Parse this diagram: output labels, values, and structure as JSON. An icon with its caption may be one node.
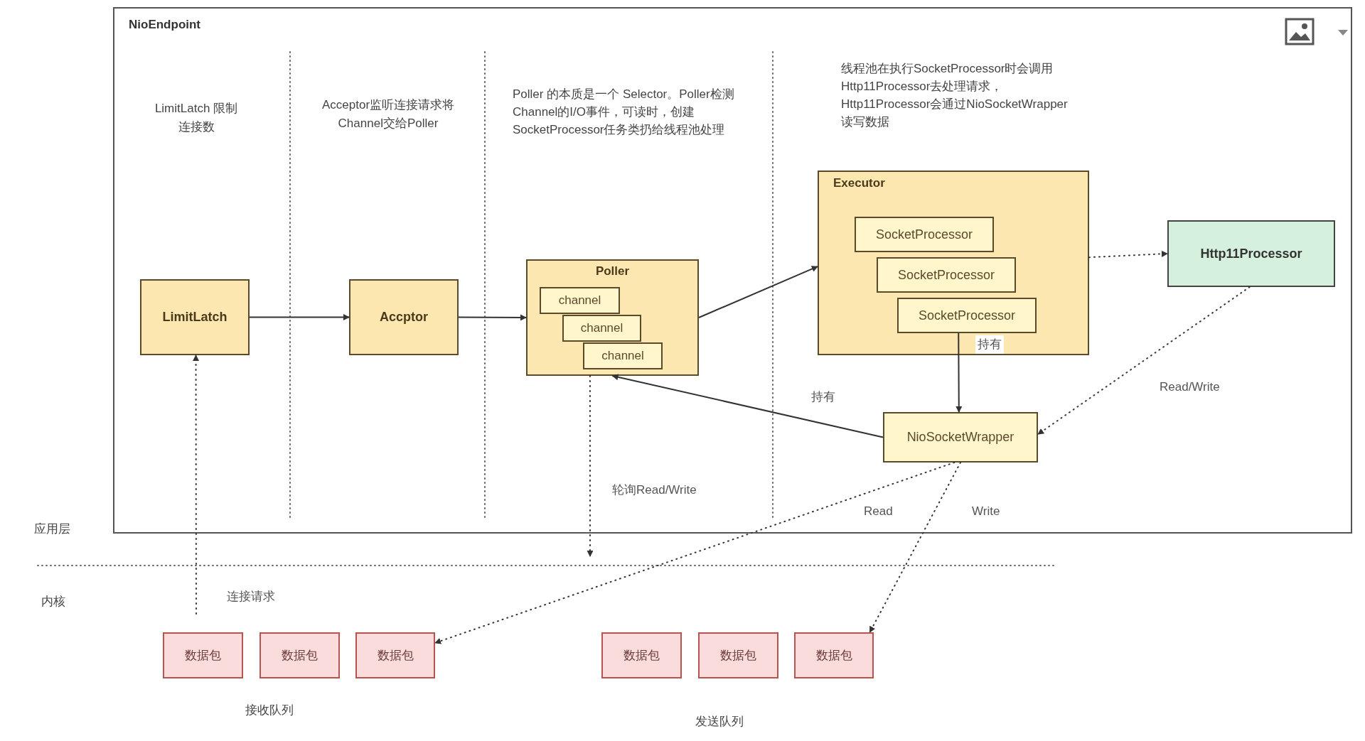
{
  "diagram": {
    "nodes": [
      {
        "text": [
          "NioEndpoint"
        ]
      },
      {
        "text": [
          "LimitLatch"
        ],
        "in": 0
      },
      {
        "text": [
          "Accptor"
        ],
        "in": 0
      },
      {
        "text": [
          "Poller"
        ],
        "in": 0
      },
      {
        "text": [
          "channel"
        ],
        "in": 3
      },
      {
        "text": [
          "channel"
        ],
        "in": 3
      },
      {
        "text": [
          "channel"
        ],
        "in": 3
      },
      {
        "text": [
          "Executor"
        ],
        "in": 0
      },
      {
        "text": [
          "SocketProcessor"
        ],
        "in": 7
      },
      {
        "text": [
          "SocketProcessor"
        ],
        "in": 7
      },
      {
        "text": [
          "SocketProcessor"
        ],
        "in": 7
      },
      {
        "text": [
          "Http11Processor"
        ],
        "in": 0
      },
      {
        "text": [
          "NioSocketWrapper"
        ],
        "in": 0
      },
      {
        "text": [
          "数据包"
        ]
      },
      {
        "text": [
          "数据包"
        ]
      },
      {
        "text": [
          "数据包"
        ]
      },
      {
        "text": [
          "数据包"
        ]
      },
      {
        "text": [
          "数据包"
        ]
      },
      {
        "text": [
          "数据包"
        ]
      }
    ],
    "edges": [
      {
        "from": 1,
        "to": 2,
        "arrow": "to"
      },
      {
        "from": 2,
        "to": 3,
        "arrow": "to"
      },
      {
        "from": 3,
        "to": 7,
        "arrow": "to"
      },
      {
        "from": 10,
        "to": 12,
        "arrow": "to",
        "label": "持有"
      },
      {
        "from": 12,
        "to": 3,
        "arrow": "to",
        "label": "持有"
      },
      {
        "from": 7,
        "to": 11,
        "arrow": "to",
        "style": "dashed"
      },
      {
        "from": 11,
        "to": 12,
        "arrow": "to",
        "style": "dashed",
        "label": "Read/Write"
      },
      {
        "from": 12,
        "to": 15,
        "arrow": "to",
        "style": "dashed",
        "label": "Read"
      },
      {
        "from": 12,
        "to": 18,
        "arrow": "to",
        "style": "dashed",
        "label": "Write"
      },
      {
        "from": 3,
        "to": null,
        "arrow": "to",
        "style": "dashed",
        "label": "轮询Read/Write"
      },
      {
        "from": null,
        "to": 1,
        "arrow": "to",
        "style": "dashed",
        "label": "连接请求"
      }
    ],
    "labels": [
      "LimitLatch 限制连接数",
      "Acceptor监听连接请求将Channel交给Poller",
      "Poller 的本质是一个 Selector。Poller检测Channel的I/O事件，可读时，创建SocketProcessor任务类扔给线程池处理",
      "线程池在执行SocketProcessor时会调用Http11Processor去处理请求，Http11Processor会通过NioSocketWrapper读写数据",
      "应用层",
      "内核",
      "接收队列",
      "发送队列"
    ]
  }
}
